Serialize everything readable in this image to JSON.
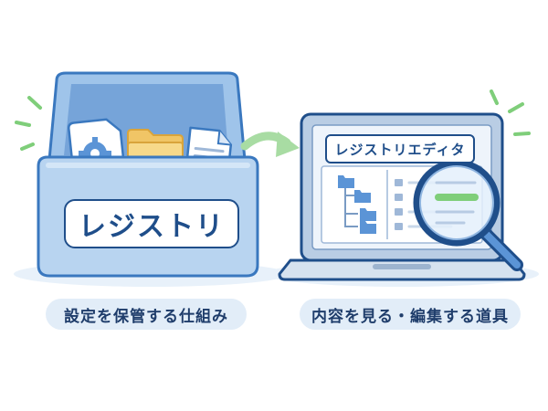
{
  "left": {
    "box_label": "レジストリ",
    "caption": "設定を保管する仕組み",
    "items": [
      "settings-document",
      "folder",
      "text-document"
    ]
  },
  "right": {
    "screen_title": "レジストリエディタ",
    "caption": "内容を見る・編集する道具"
  },
  "colors": {
    "box_fill": "#b8d4f0",
    "box_stroke": "#3a78bf",
    "navy": "#1f4e8a",
    "folder": "#f7d98a",
    "arrow": "#a8dca3",
    "pill": "#e2edf8",
    "accent_green": "#7fce7a"
  }
}
